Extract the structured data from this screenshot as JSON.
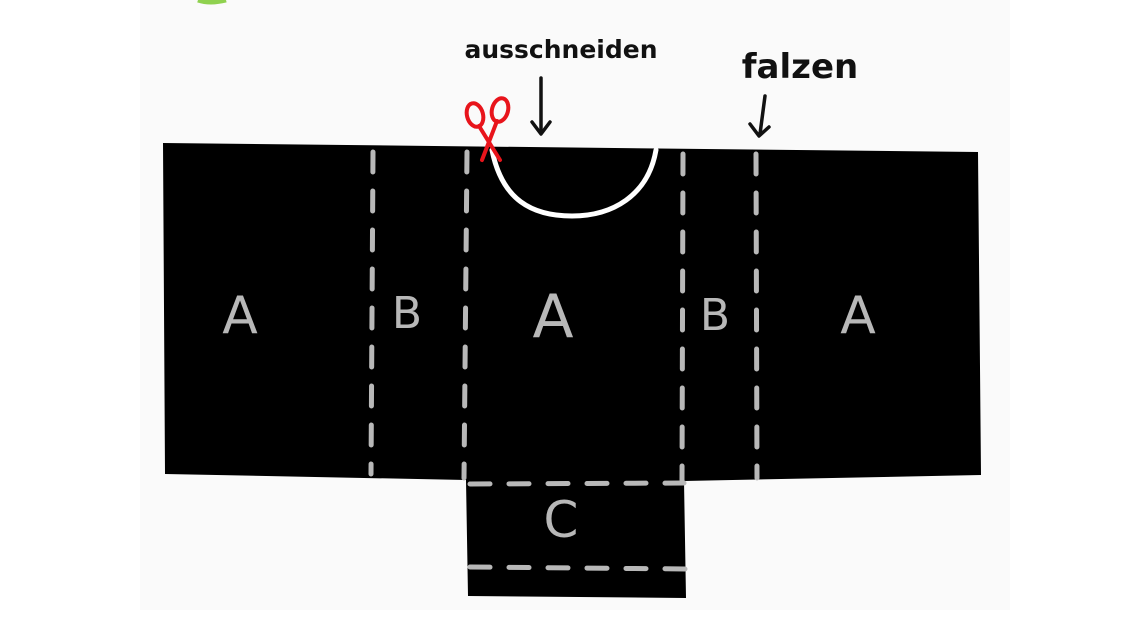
{
  "labels": {
    "cut": "ausschneiden",
    "fold": "falzen"
  },
  "panels": {
    "a_left": "A",
    "b_left": "B",
    "a_center": "A",
    "b_right": "B",
    "a_right": "A",
    "c_bottom": "C"
  },
  "colors": {
    "background": "#ffffff",
    "sheet": "#fafafa",
    "template": "#000000",
    "fold_line": "#b8b8b8",
    "cut_line": "#ffffff",
    "scissors": "#e8141b",
    "label_text": "#111111",
    "accent_corner": "#8fd14f"
  },
  "icons": {
    "scissors": "scissors-icon",
    "cut_arrow": "arrow-down-icon",
    "fold_arrow": "arrow-down-icon"
  }
}
